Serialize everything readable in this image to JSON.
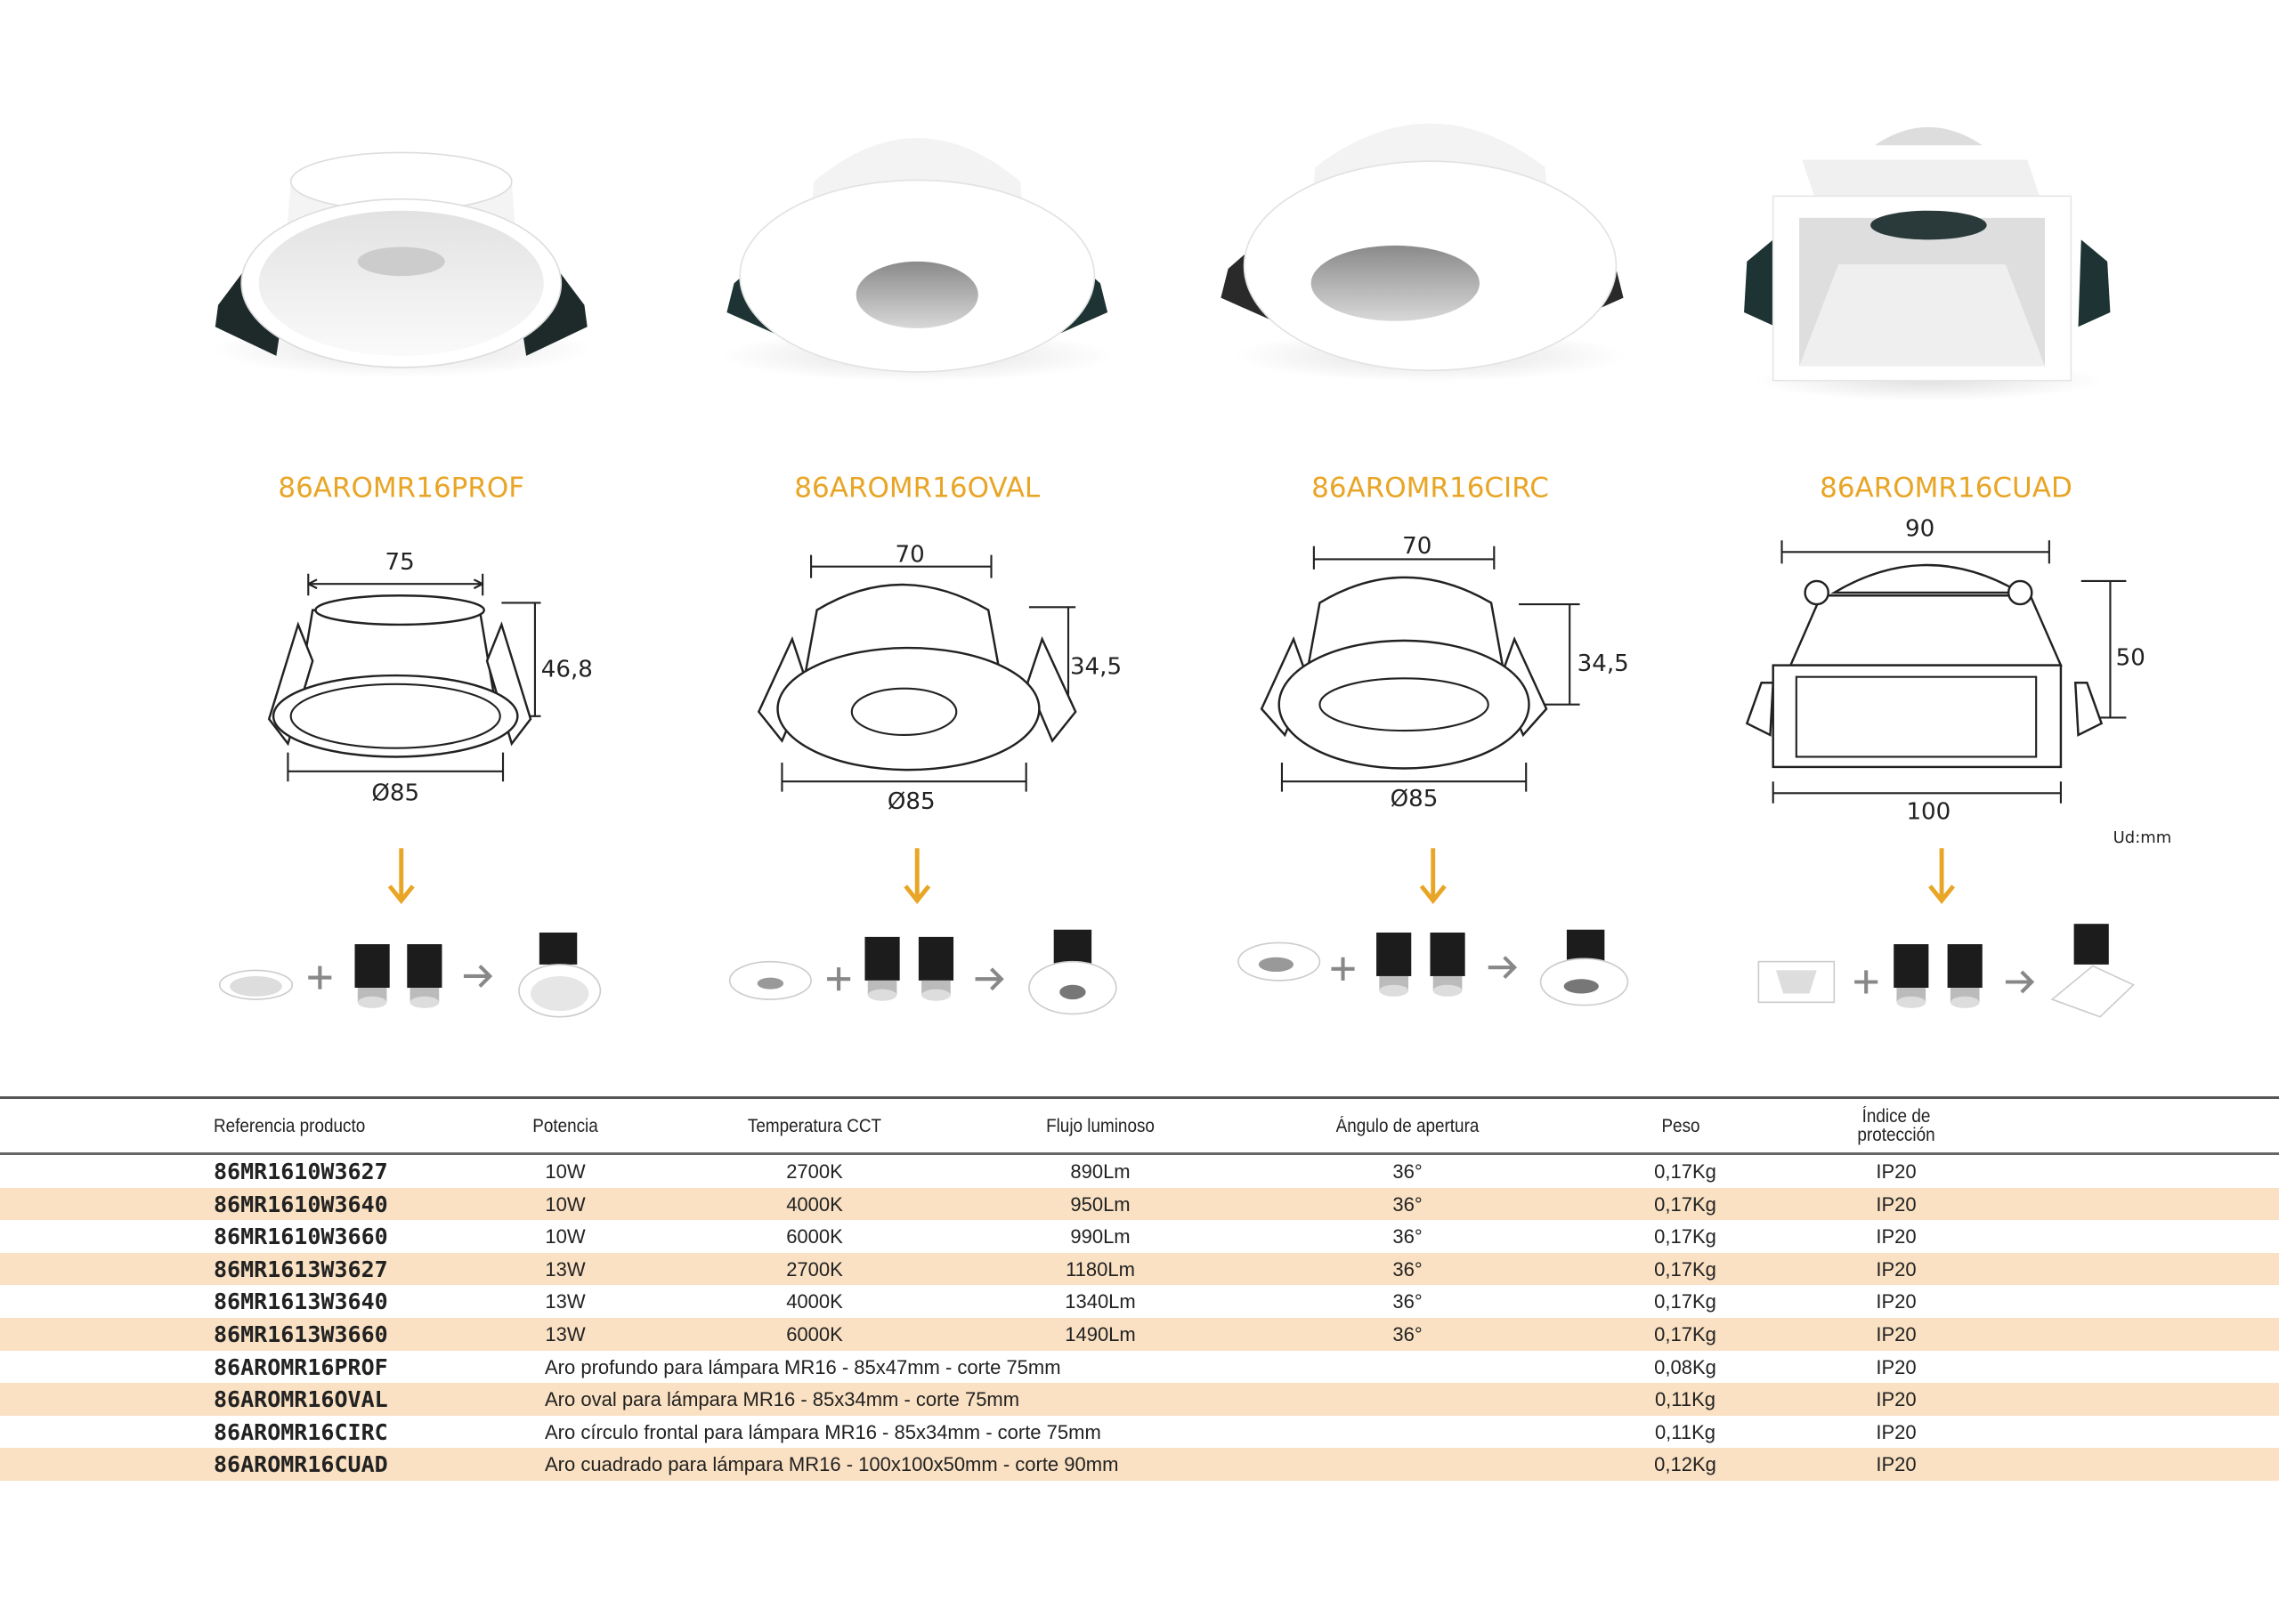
{
  "products": [
    {
      "code": "86AROMR16PROF",
      "dims": {
        "top": "75",
        "height": "46,8",
        "bottom": "Ø85"
      }
    },
    {
      "code": "86AROMR16OVAL",
      "dims": {
        "top": "70",
        "height": "34,5",
        "bottom": "Ø85"
      }
    },
    {
      "code": "86AROMR16CIRC",
      "dims": {
        "top": "70",
        "height": "34,5",
        "bottom": "Ø85"
      }
    },
    {
      "code": "86AROMR16CUAD",
      "dims": {
        "top": "90",
        "height": "50",
        "bottom": "100"
      }
    }
  ],
  "unit_label": "Ud:mm",
  "colors": {
    "accent": "#E8A526",
    "row_stripe": "#FAE1C3"
  },
  "table": {
    "headers": [
      "Referencia producto",
      "Potencia",
      "Temperatura CCT",
      "Flujo luminoso",
      "Ángulo de apertura",
      "Peso",
      "Índice de protección"
    ],
    "rows": [
      {
        "ref": "86MR1610W3627",
        "power": "10W",
        "cct": "2700K",
        "flux": "890Lm",
        "angle": "36°",
        "weight": "0,17Kg",
        "ip": "IP20"
      },
      {
        "ref": "86MR1610W3640",
        "power": "10W",
        "cct": "4000K",
        "flux": "950Lm",
        "angle": "36°",
        "weight": "0,17Kg",
        "ip": "IP20"
      },
      {
        "ref": "86MR1610W3660",
        "power": "10W",
        "cct": "6000K",
        "flux": "990Lm",
        "angle": "36°",
        "weight": "0,17Kg",
        "ip": "IP20"
      },
      {
        "ref": "86MR1613W3627",
        "power": "13W",
        "cct": "2700K",
        "flux": "1180Lm",
        "angle": "36°",
        "weight": "0,17Kg",
        "ip": "IP20"
      },
      {
        "ref": "86MR1613W3640",
        "power": "13W",
        "cct": "4000K",
        "flux": "1340Lm",
        "angle": "36°",
        "weight": "0,17Kg",
        "ip": "IP20"
      },
      {
        "ref": "86MR1613W3660",
        "power": "13W",
        "cct": "6000K",
        "flux": "1490Lm",
        "angle": "36°",
        "weight": "0,17Kg",
        "ip": "IP20"
      },
      {
        "ref": "86AROMR16PROF",
        "desc": "Aro profundo para lámpara MR16 - 85x47mm - corte 75mm",
        "weight": "0,08Kg",
        "ip": "IP20"
      },
      {
        "ref": "86AROMR16OVAL",
        "desc": "Aro oval para lámpara MR16 - 85x34mm - corte 75mm",
        "weight": "0,11Kg",
        "ip": "IP20"
      },
      {
        "ref": "86AROMR16CIRC",
        "desc": "Aro círculo frontal para lámpara MR16 - 85x34mm - corte 75mm",
        "weight": "0,11Kg",
        "ip": "IP20"
      },
      {
        "ref": "86AROMR16CUAD",
        "desc": "Aro cuadrado para lámpara MR16 - 100x100x50mm - corte 90mm",
        "weight": "0,12Kg",
        "ip": "IP20"
      }
    ]
  }
}
